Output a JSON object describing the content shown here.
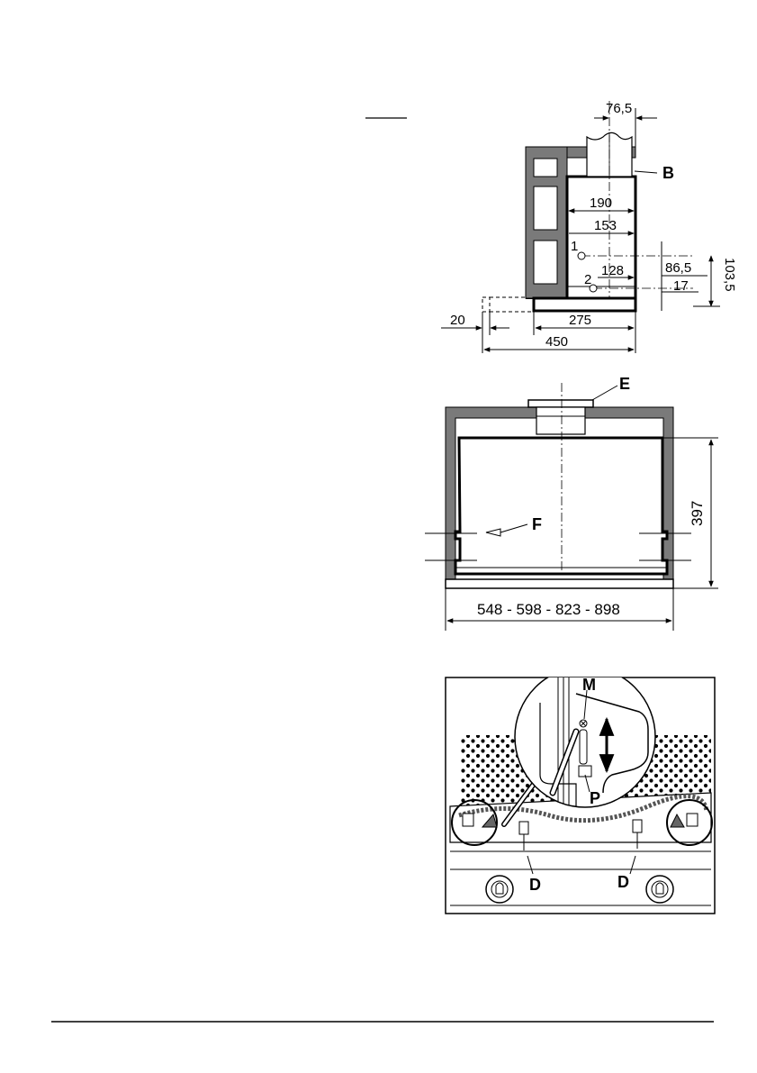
{
  "figure1": {
    "dims": {
      "d76_5": "76,5",
      "d190": "190",
      "d153": "153",
      "d128": "128",
      "d86_5": "86,5",
      "d17": "17",
      "d103_5": "103,5",
      "d20": "20",
      "d275": "275",
      "d450": "450"
    },
    "markers": {
      "b": "B",
      "one": "1",
      "two": "2"
    }
  },
  "figure2": {
    "dims": {
      "height": "397",
      "widths": "548 - 598 - 823 - 898"
    },
    "markers": {
      "e": "E",
      "f": "F"
    }
  },
  "figure3": {
    "markers": {
      "m": "M",
      "p": "P",
      "d_left": "D",
      "d_right": "D"
    }
  }
}
